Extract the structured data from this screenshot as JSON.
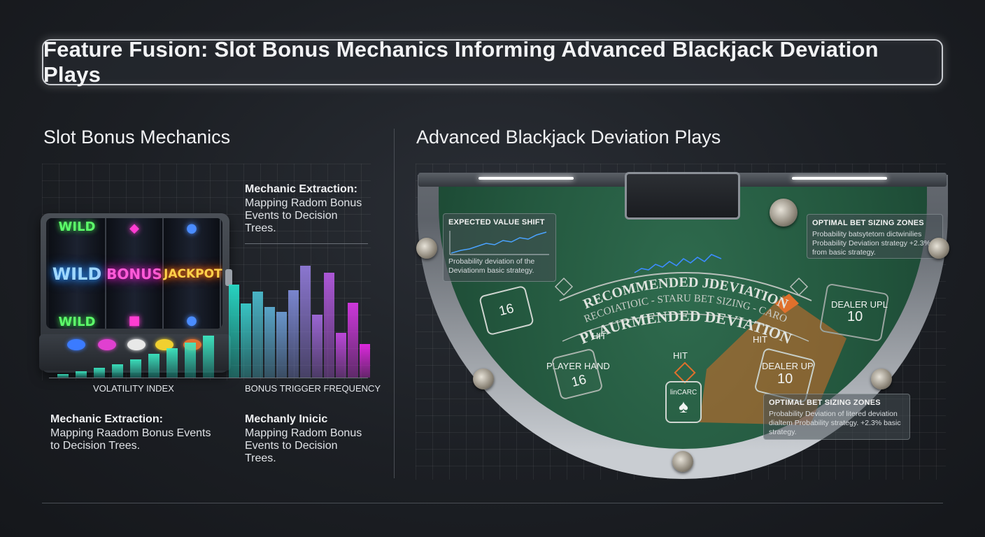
{
  "title": "Feature Fusion: Slot Bonus Mechanics Informing Advanced Blackjack Deviation Plays",
  "left": {
    "heading": "Slot Bonus Mechanics",
    "mechanic_top": {
      "title": "Mechanic Extraction:",
      "body": "Mapping Radom Bonus Events to Decision Trees."
    },
    "volatility_label": "VOLATILITY INDEX",
    "frequency_label": "BONUS TRIGGER FREQUENCY",
    "mechanic_bottom_left": {
      "title": "Mechanic Extraction:",
      "body": "Mapping Raadom Bonus Events to Decision Trees."
    },
    "mechanic_bottom_right": {
      "title": "Mechanly Inicic",
      "body": "Mapping Radom Bonus Events to Decision Trees."
    },
    "slot": {
      "sym_wild": "WILD",
      "sym_bonus": "BONUS",
      "sym_jackpot": "JACKPOT"
    },
    "volatility_values": [
      0.05,
      0.09,
      0.14,
      0.19,
      0.26,
      0.34,
      0.42,
      0.5,
      0.6
    ],
    "frequency_values": [
      0.83,
      0.66,
      0.77,
      0.63,
      0.59,
      0.78,
      1.0,
      0.56,
      0.94,
      0.4,
      0.67,
      0.3
    ]
  },
  "right": {
    "heading": "Advanced Blackjack Deviation Plays",
    "ev_box": {
      "title": "EXPECTED VALUE SHIFT",
      "body": "Probability deviation of the Deviationm basic strategy."
    },
    "opt_top": {
      "title": "OPTIMAL BET SIZING ZONES",
      "body": "Probability batsytetom dictwinilies Probability Deviation strategy +2.3% from basic strategy."
    },
    "opt_bottom": {
      "title": "OPTIMAL BET SIZING ZONES",
      "body": "Probability Deviation of litered deviation dialtem Probability strategy. +2.3% basic strategy."
    },
    "arc1": "RECOMMENDED JDEVIATION",
    "arc2": "RECOIATIOIC - STARU BET SIZING - CARO",
    "arc3": "PLAURMENDED DEVIATION",
    "hit_left": "HIT",
    "hit_center": "HIT",
    "hit_right": "HIT",
    "spot_left": "16",
    "player_label": "PLAYER HAND",
    "player_value": "16",
    "dealer_upl_label": "DEALER UPL",
    "dealer_upl_value": "10",
    "dealer_up_label": "DEALER UP",
    "dealer_up_value": "10",
    "card_label": "linCARC",
    "card_suit": "♠"
  }
}
